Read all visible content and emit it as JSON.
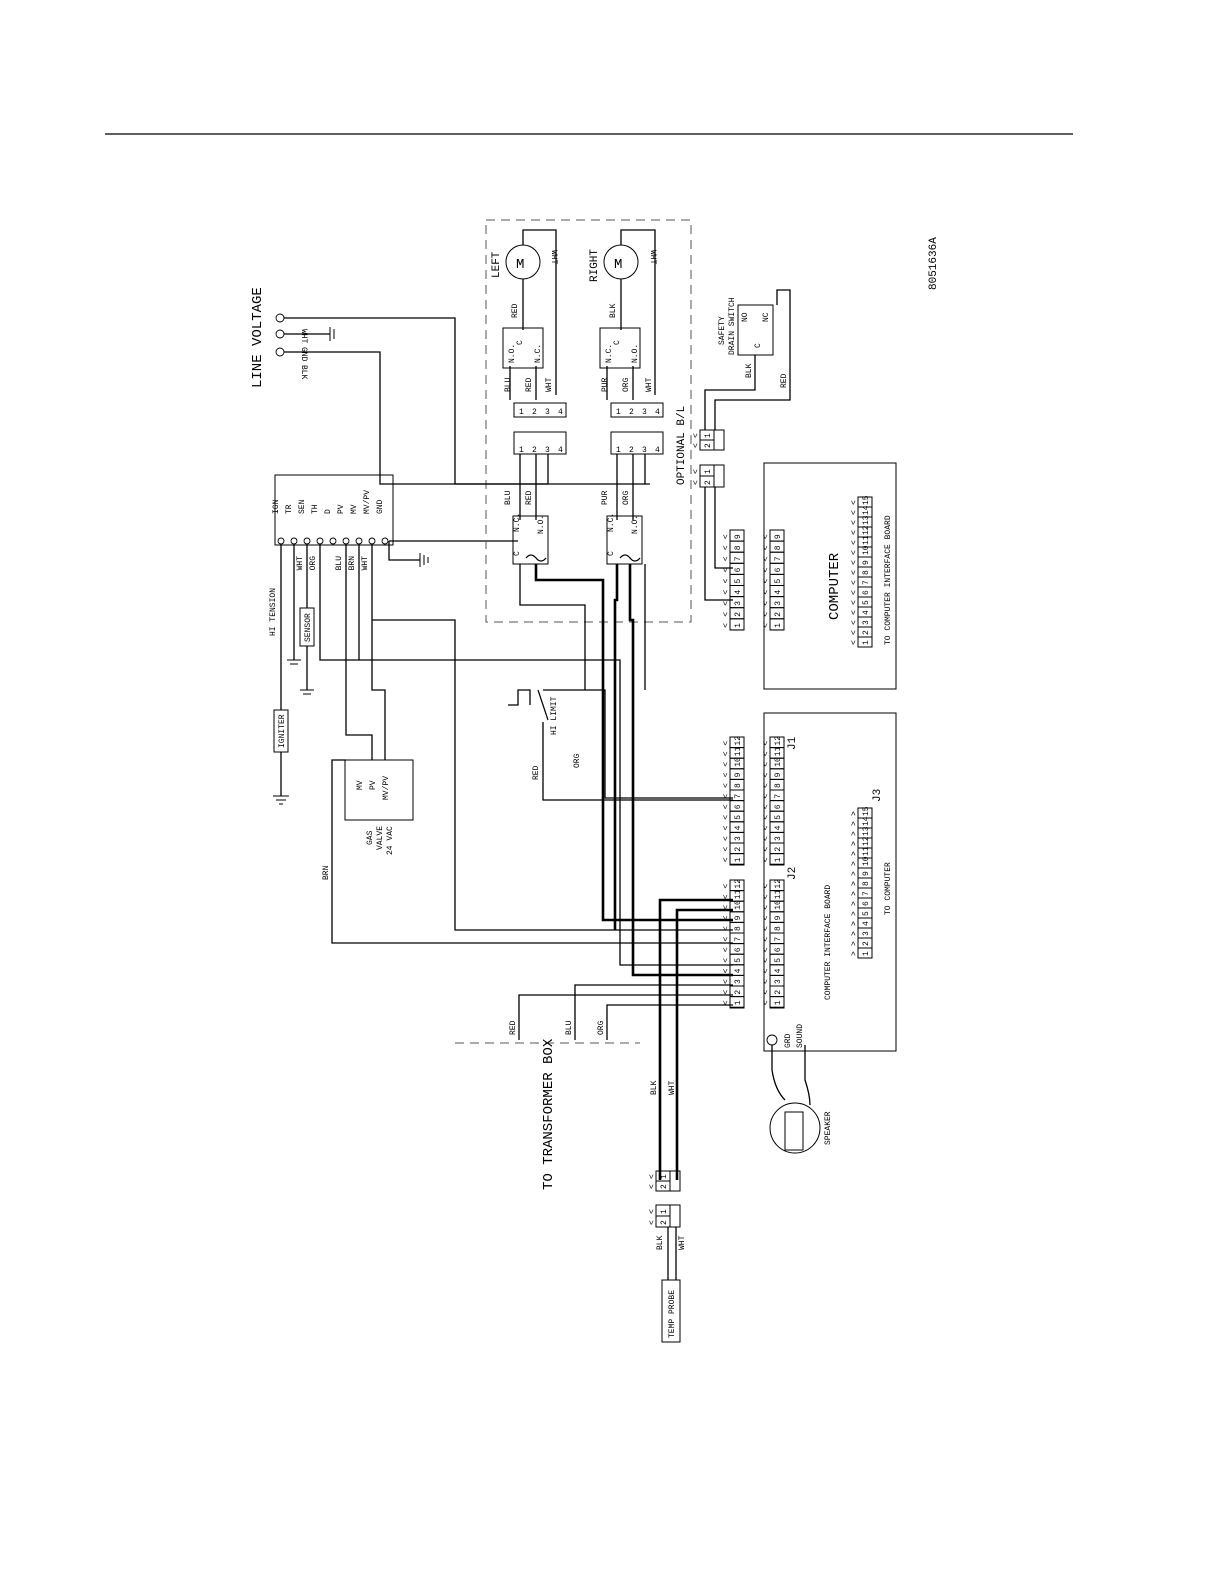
{
  "drawing_number": "8051636A",
  "line_voltage": {
    "title": "LINE VOLTAGE",
    "wires": [
      "WHT",
      "GND",
      "BLK"
    ]
  },
  "ignition_module": {
    "terminals": [
      "IGN",
      "TR",
      "SEN",
      "TH",
      "D",
      "PV",
      "MV",
      "MV/PV",
      "GND"
    ],
    "wire_labels": [
      "WHT",
      "ORG",
      "BLU",
      "BRN",
      "WHT"
    ]
  },
  "hi_tension": "HI TENSION",
  "sensor": "SENSOR",
  "igniter": "IGNITER",
  "gas_valve": {
    "lines": [
      "GAS",
      "VALVE",
      "24 VAC"
    ],
    "terminals": [
      "MV",
      "PV",
      "MV/PV"
    ]
  },
  "hi_limit": "HI LIMIT",
  "optional_bl": "OPTIONAL B/L",
  "motors": [
    {
      "name": "LEFT",
      "symbol": "M",
      "wire_in": "RED",
      "wire_out": "WHT",
      "relay": [
        "N.O.",
        "C",
        "N.C."
      ],
      "wires": [
        "BLU",
        "RED",
        "WHT"
      ]
    },
    {
      "name": "RIGHT",
      "symbol": "M",
      "wire_in": "BLK",
      "wire_out": "WHT",
      "relay": [
        "N.C.",
        "C",
        "N.O."
      ],
      "wires": [
        "PUR",
        "ORG",
        "WHT"
      ]
    }
  ],
  "connector_pins": [
    "1",
    "2",
    "3",
    "4"
  ],
  "relay_contacts": {
    "top": [
      "N.C.",
      "N.O."
    ],
    "common": "C",
    "top_wires": [
      "BLU",
      "RED"
    ],
    "bottom": [
      "N.C.",
      "N.O."
    ],
    "bottom_wires": [
      "PUR",
      "ORG"
    ]
  },
  "safety_drain_switch": {
    "lines": [
      "SAFETY",
      "DRAIN SWITCH"
    ],
    "wires": [
      "BLK",
      "RED"
    ],
    "contacts": [
      "NO",
      "NC",
      "C"
    ]
  },
  "computer_box": {
    "title": "COMPUTER",
    "sub": "TO COMPUTER INTERFACE BOARD",
    "pins9": [
      "1",
      "2",
      "3",
      "4",
      "5",
      "6",
      "7",
      "8",
      "9"
    ],
    "pins15": [
      "1",
      "2",
      "3",
      "4",
      "5",
      "6",
      "7",
      "8",
      "9",
      "10",
      "11",
      "12",
      "13",
      "14",
      "15"
    ]
  },
  "interface_board": {
    "title": "COMPUTER INTERFACE BOARD",
    "j1": "J1",
    "j2": "J2",
    "j3": "J3",
    "to_computer": "TO COMPUTER",
    "pins12": [
      "1",
      "2",
      "3",
      "4",
      "5",
      "6",
      "7",
      "8",
      "9",
      "10",
      "11",
      "12"
    ],
    "ground": "GRD",
    "sound": "SOUND"
  },
  "speaker": "SPEAKER",
  "wire_colors": {
    "red": "RED",
    "orange": "ORG",
    "blue": "BLU",
    "brown": "BRN",
    "black": "BLK",
    "white": "WHT"
  },
  "transformer": "TO TRANSFORMER BOX",
  "temp_probe": {
    "label": "TEMP PROBE",
    "wires": [
      "BLK",
      "WHT"
    ]
  }
}
